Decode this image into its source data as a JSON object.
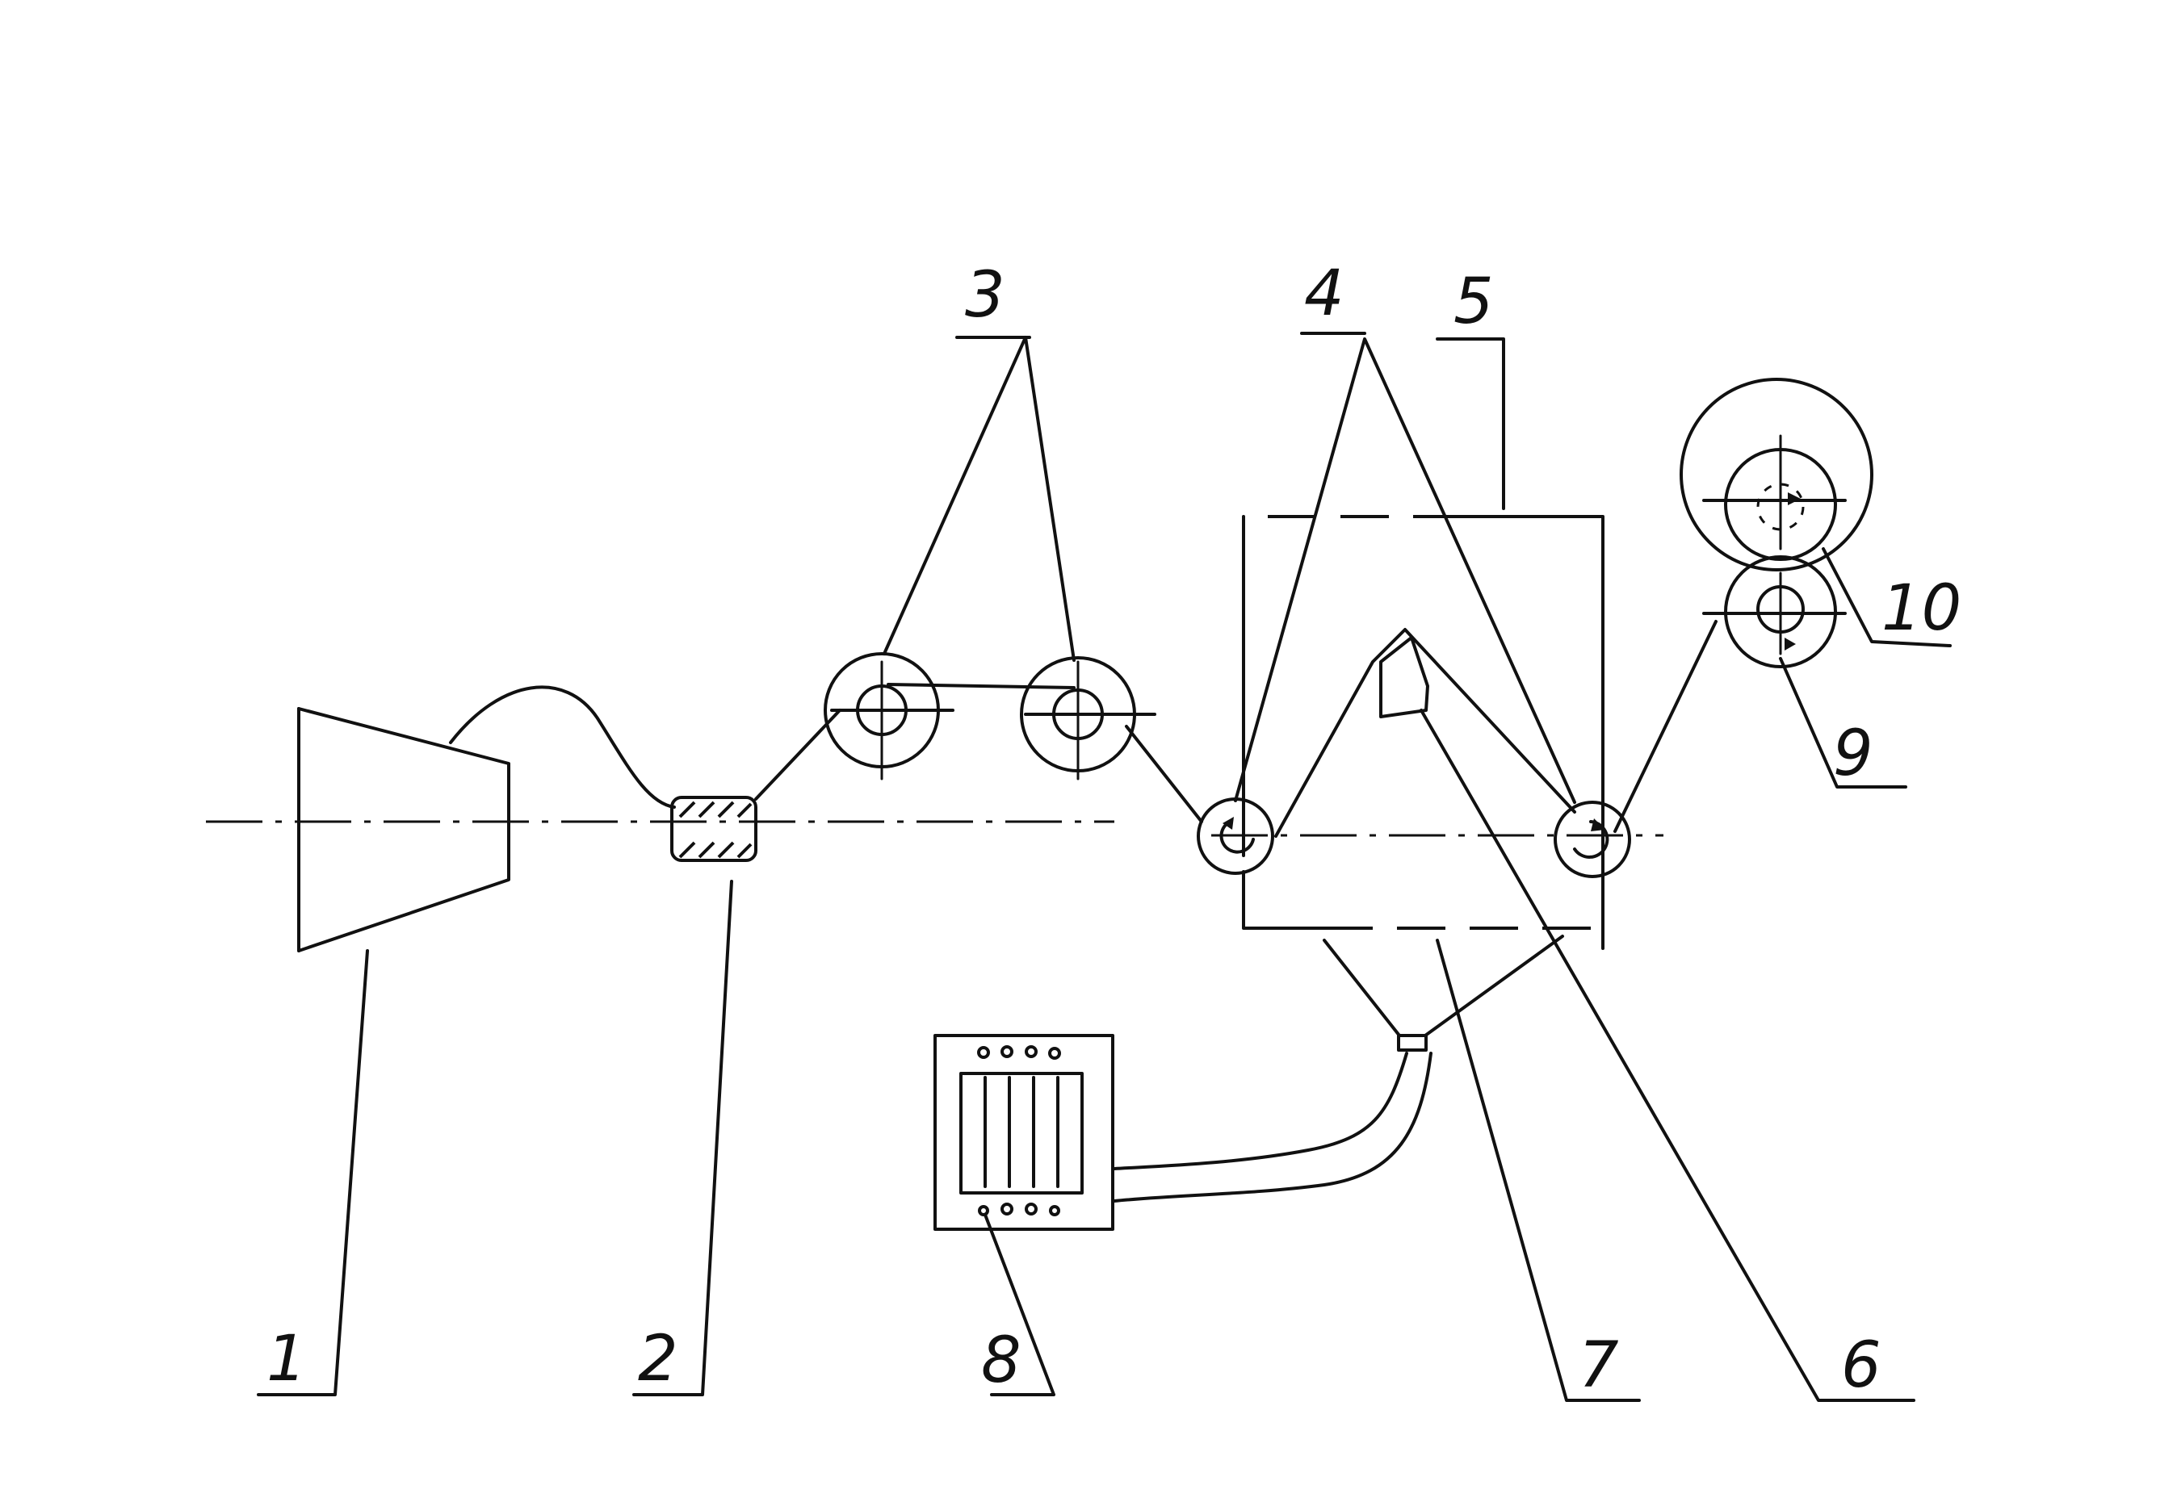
{
  "labels": {
    "l1": "1",
    "l2": "2",
    "l3": "3",
    "l4": "4",
    "l5": "5",
    "l6": "6",
    "l7": "7",
    "l8": "8",
    "l9": "9",
    "l10": "10"
  }
}
